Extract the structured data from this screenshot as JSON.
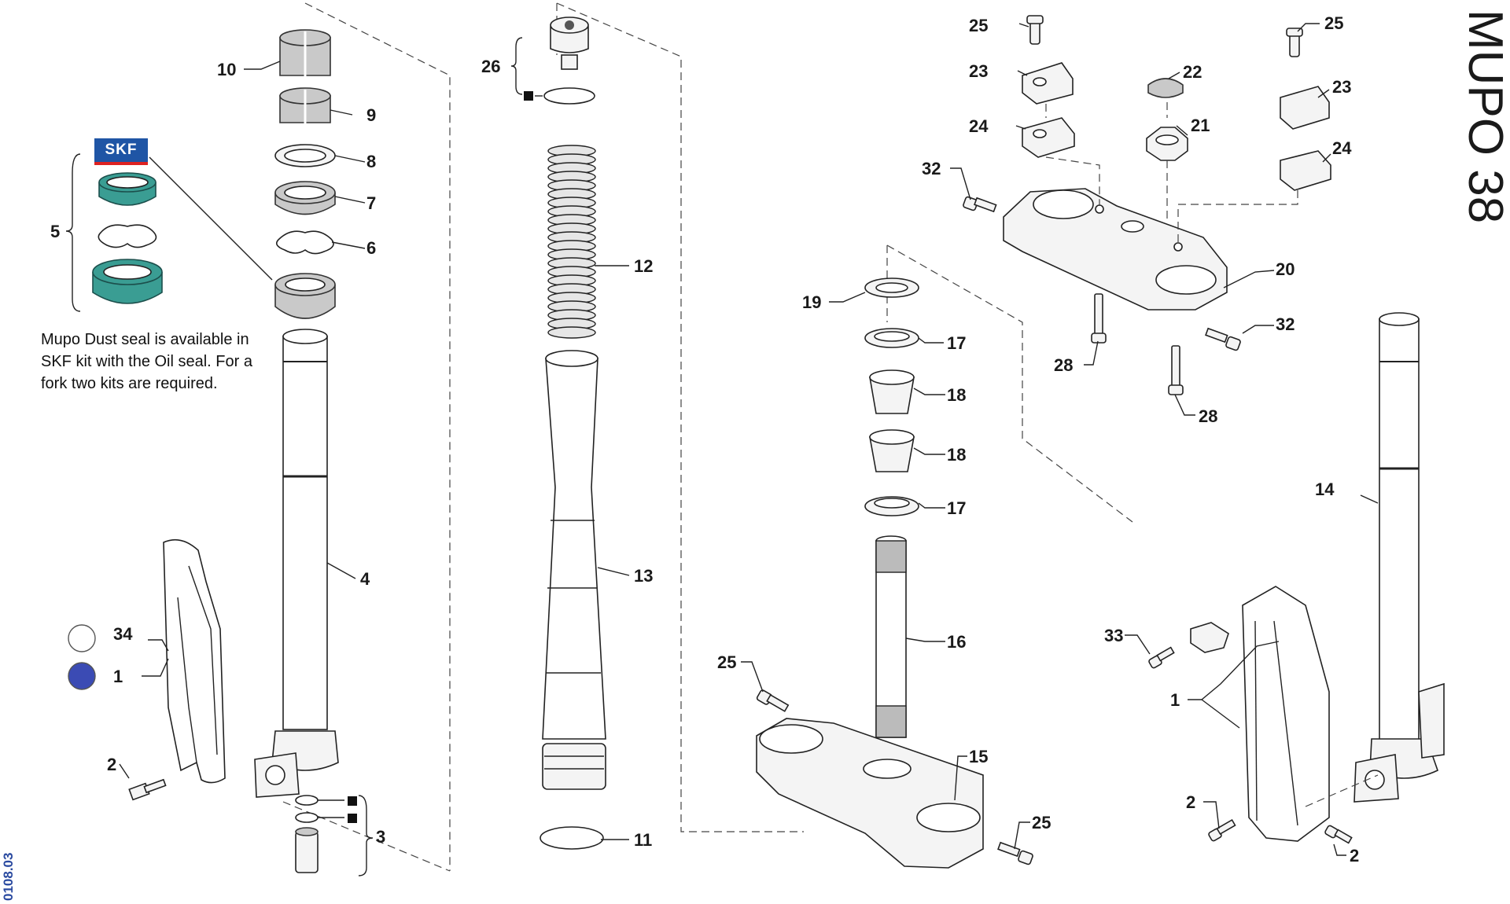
{
  "title": "MUPO 38",
  "doc_number": "0108.03",
  "brand_badge": "SKF",
  "note": "Mupo Dust seal is available in SKF kit with the Oil seal. For a fork two kits are required.",
  "callouts": {
    "c10": "10",
    "c9": "9",
    "c8": "8",
    "c7": "7",
    "c6": "6",
    "c5": "5",
    "c4": "4",
    "c3": "3",
    "c2a": "2",
    "c34": "34",
    "c1a": "1",
    "c26": "26",
    "c12": "12",
    "c13": "13",
    "c11": "11",
    "c25a": "25",
    "c23a": "23",
    "c24a": "24",
    "c32a": "32",
    "c22": "22",
    "c21": "21",
    "c25b": "25",
    "c23b": "23",
    "c24b": "24",
    "c20": "20",
    "c32b": "32",
    "c28a": "28",
    "c28b": "28",
    "c19": "19",
    "c17a": "17",
    "c18a": "18",
    "c18b": "18",
    "c17b": "17",
    "c16": "16",
    "c25c": "25",
    "c15": "15",
    "c25d": "25",
    "c14": "14",
    "c33": "33",
    "c1b": "1",
    "c2b": "2",
    "c2c": "2"
  },
  "colors": {
    "skf_blue": "#1f55a5",
    "skf_red": "#dd2222",
    "seal_teal": "#3a9d93",
    "option_blue": "#3b4bb4"
  }
}
